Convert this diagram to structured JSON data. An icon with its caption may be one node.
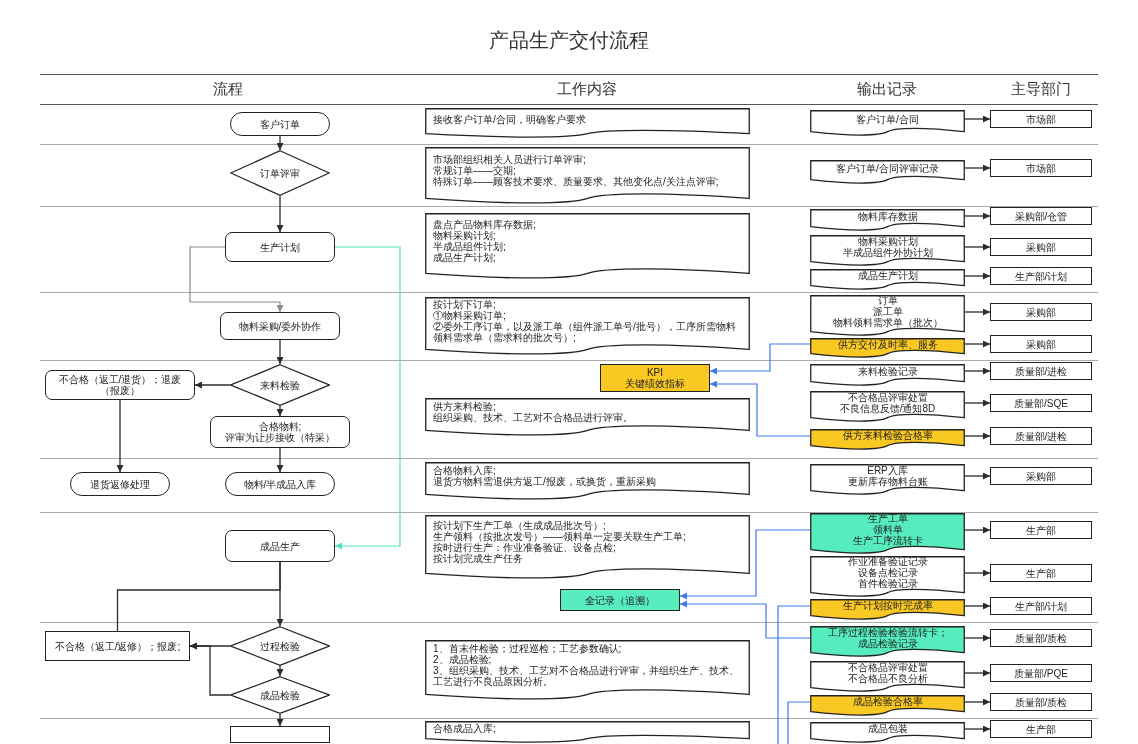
{
  "diagram": {
    "title": "产品生产交付流程",
    "nodes": [
      {
        "text": [
          "客户订单"
        ]
      },
      {
        "text": [
          "接收客户订单/合同，明确客户要求"
        ]
      },
      {
        "text": [
          "客户订单/合同"
        ]
      },
      {
        "text": [
          "市场部"
        ]
      },
      {
        "text": [
          "订单评审"
        ]
      },
      {
        "text": [
          "市场部组织相关人员进行订单评审;",
          "常规订单——交期;",
          "特殊订单——顾客技术要求、质量要求、其他变化点/关注点评审;"
        ]
      },
      {
        "text": [
          "客户订单/合同评审记录"
        ]
      },
      {
        "text": [
          "市场部"
        ]
      },
      {
        "text": [
          "生产计划"
        ]
      },
      {
        "text": [
          "盘点产品物料库存数据;",
          "物料采购计划;",
          "半成品组件计划;",
          "成品生产计划;"
        ]
      },
      {
        "text": [
          "物料库存数据"
        ]
      },
      {
        "text": [
          "采购部/仓管"
        ]
      },
      {
        "text": [
          "物料采购计划",
          "半成品组件外协计划"
        ]
      },
      {
        "text": [
          "采购部"
        ]
      },
      {
        "text": [
          "成品生产计划"
        ]
      },
      {
        "text": [
          "生产部/计划"
        ]
      },
      {
        "text": [
          "物料采购/委外协作"
        ]
      },
      {
        "text": [
          "按计划下订单;",
          "①物料采购订单;",
          "②委外工序订单，以及派工单（组件派工单号/批号），工序所需物料领料需求单（需求料的批次号）;"
        ]
      },
      {
        "text": [
          "订单",
          "派工单",
          "物料领料需求单（批次）"
        ]
      },
      {
        "text": [
          "采购部"
        ]
      },
      {
        "text": [
          "供方交付及时率、服务"
        ]
      },
      {
        "text": [
          "采购部"
        ]
      },
      {
        "text": [
          "不合格（返工/退货）；退废（报废）"
        ]
      },
      {
        "text": [
          "来料检验"
        ]
      },
      {
        "text": [
          "合格物料;",
          "评审为让步接收（特采）"
        ]
      },
      {
        "text": [
          "KPI",
          "关键绩效指标"
        ]
      },
      {
        "text": [
          "供方来料检验;",
          "组织采购、技术、工艺对不合格品进行评审。"
        ]
      },
      {
        "text": [
          "来料检验记录"
        ]
      },
      {
        "text": [
          "质量部/进检"
        ]
      },
      {
        "text": [
          "不合格品评审处置",
          "不良信息反馈/通知8D"
        ]
      },
      {
        "text": [
          "质量部/SQE"
        ]
      },
      {
        "text": [
          "供方来料检验合格率"
        ]
      },
      {
        "text": [
          "质量部/进检"
        ]
      },
      {
        "text": [
          "退货返修处理"
        ]
      },
      {
        "text": [
          "物料/半成品入库"
        ]
      },
      {
        "text": [
          "合格物料入库;",
          "退货方物料需退供方返工/报废，或换货，重新采购"
        ]
      },
      {
        "text": [
          "ERP入库",
          "更新库存物料台账"
        ]
      },
      {
        "text": [
          "采购部"
        ]
      },
      {
        "text": [
          "成品生产"
        ]
      },
      {
        "text": [
          "按计划下生产工单（生成成品批次号）;",
          "生产领料（按批次发号）——领料单一定要关联生产工单;",
          "按时进行生产：作业准备验证、设备点检;",
          "按计划完成生产任务"
        ]
      },
      {
        "text": [
          "全记录（追溯）"
        ]
      },
      {
        "text": [
          "生产工单",
          "领料单",
          "生产工序流转卡"
        ]
      },
      {
        "text": [
          "生产部"
        ]
      },
      {
        "text": [
          "作业准备验证记录",
          "设备点检记录",
          "首件检验记录"
        ]
      },
      {
        "text": [
          "生产部"
        ]
      },
      {
        "text": [
          "生产计划按时完成率"
        ]
      },
      {
        "text": [
          "生产部/计划"
        ]
      },
      {
        "text": [
          "不合格（返工/返修）；报废;"
        ]
      },
      {
        "text": [
          "过程检验"
        ]
      },
      {
        "text": [
          "成品检验"
        ]
      },
      {
        "text": [
          "1、首末件检验；过程巡检；工艺参数确认;",
          "2、成品检验;",
          "3、组织采购、技术、工艺对不合格品进行评审，并组织生产、技术、工艺进行不良品原因分析。"
        ]
      },
      {
        "text": [
          "工序过程检验检验流转卡；",
          "成品检验记录"
        ]
      },
      {
        "text": [
          "质量部/质检"
        ]
      },
      {
        "text": [
          "不合格品评审处置",
          "不合格品不良分析"
        ]
      },
      {
        "text": [
          "质量部/PQE"
        ]
      },
      {
        "text": [
          "成品检验合格率"
        ]
      },
      {
        "text": [
          "质量部/质检"
        ]
      },
      {
        "text": [],
        "shape": "box"
      },
      {
        "text": [
          "合格成品入库;"
        ]
      },
      {
        "text": [
          "成品包装"
        ]
      },
      {
        "text": [
          "生产部"
        ]
      }
    ],
    "edges": [
      {
        "from": 0,
        "to": 4,
        "arrow": "to"
      },
      {
        "from": 2,
        "to": 3,
        "arrow": "to"
      },
      {
        "from": 4,
        "to": 8,
        "arrow": "to"
      },
      {
        "from": 6,
        "to": 7,
        "arrow": "to"
      },
      {
        "from": 8,
        "to": 16,
        "arrow": "to",
        "color": "#8c8c8c"
      },
      {
        "from": 8,
        "to": 38,
        "arrow": "to",
        "color": "#4fe3bd"
      },
      {
        "from": 10,
        "to": 11,
        "arrow": "to"
      },
      {
        "from": 12,
        "to": 13,
        "arrow": "to"
      },
      {
        "from": 14,
        "to": 15,
        "arrow": "to"
      },
      {
        "from": 16,
        "to": 23,
        "arrow": "to"
      },
      {
        "from": 18,
        "to": 19,
        "arrow": "to"
      },
      {
        "from": 20,
        "to": 21,
        "arrow": "to"
      },
      {
        "from": 20,
        "to": 25,
        "arrow": "to",
        "color": "#3b7bea"
      },
      {
        "from": 23,
        "to": 22,
        "arrow": "to"
      },
      {
        "from": 23,
        "to": 24,
        "arrow": "to"
      },
      {
        "from": 27,
        "to": 28,
        "arrow": "to"
      },
      {
        "from": 29,
        "to": 30,
        "arrow": "to"
      },
      {
        "from": 31,
        "to": 32,
        "arrow": "to"
      },
      {
        "from": 31,
        "to": 25,
        "arrow": "to",
        "color": "#3b7bea"
      },
      {
        "from": 22,
        "to": 33,
        "arrow": "to"
      },
      {
        "from": 24,
        "to": 34,
        "arrow": "to"
      },
      {
        "from": 36,
        "to": 37,
        "arrow": "to"
      },
      {
        "from": 38,
        "to": 48,
        "arrow": "to"
      },
      {
        "from": 38,
        "to": 47,
        "arrow": "none"
      },
      {
        "from": 41,
        "to": 42,
        "arrow": "to"
      },
      {
        "from": 41,
        "to": 40,
        "arrow": "to",
        "color": "#3b7bea"
      },
      {
        "from": 43,
        "to": 44,
        "arrow": "to"
      },
      {
        "from": 45,
        "to": 46,
        "arrow": "to"
      },
      {
        "from": 45,
        "to": null,
        "arrow": "none",
        "color": "#3b7bea"
      },
      {
        "from": 48,
        "to": 47,
        "arrow": "to"
      },
      {
        "from": 48,
        "to": 49,
        "arrow": "to"
      },
      {
        "from": 49,
        "to": 47,
        "arrow": "to"
      },
      {
        "from": 49,
        "to": 57,
        "arrow": "to"
      },
      {
        "from": 51,
        "to": 52,
        "arrow": "to"
      },
      {
        "from": 51,
        "to": 40,
        "arrow": "to",
        "color": "#3b7bea"
      },
      {
        "from": 53,
        "to": 54,
        "arrow": "to"
      },
      {
        "from": 55,
        "to": 56,
        "arrow": "to"
      },
      {
        "from": 55,
        "to": null,
        "arrow": "none",
        "color": "#3b7bea"
      },
      {
        "from": 59,
        "to": 60,
        "arrow": "to"
      }
    ],
    "labels": [
      "流程",
      "工作内容",
      "输出记录",
      "主导部门"
    ]
  }
}
